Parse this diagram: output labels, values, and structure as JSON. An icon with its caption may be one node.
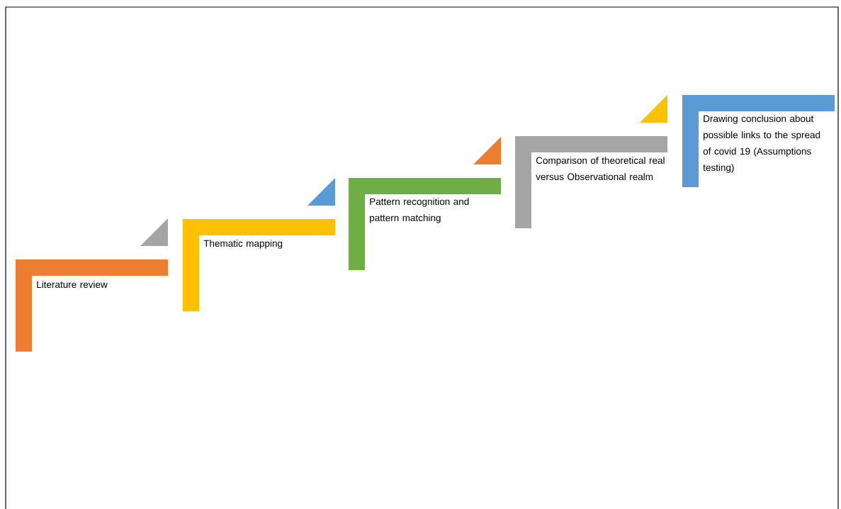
{
  "diagram": {
    "nodes": [
      {
        "text": [
          "Literature review"
        ]
      },
      {
        "text": [
          "Thematic mapping"
        ]
      },
      {
        "text": [
          "Pattern recognition and pattern matching"
        ]
      },
      {
        "text": [
          "Comparison of theoretical real versus Observational realm"
        ]
      },
      {
        "text": [
          "Drawing conclusion about possible links to the spread of covid 19 (Assumptions testing)"
        ]
      }
    ]
  }
}
